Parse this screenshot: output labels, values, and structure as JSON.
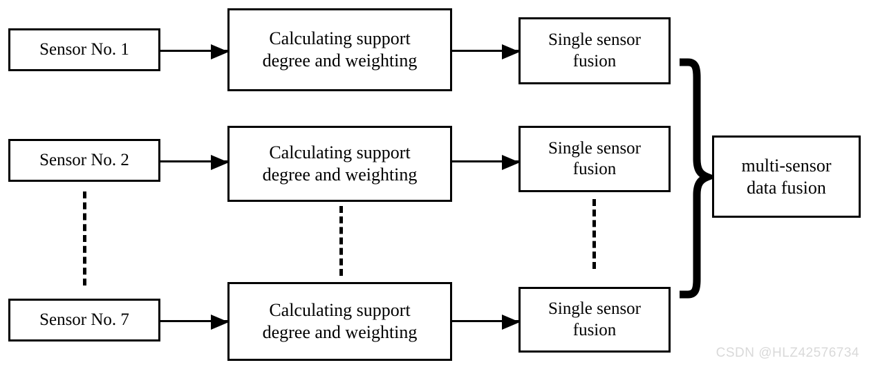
{
  "diagram": {
    "title": "multi-sensor data fusion block diagram",
    "colors": {
      "stroke": "#000000",
      "background": "#ffffff",
      "watermark": "#d9d9d9"
    },
    "sensors": [
      {
        "label": "Sensor No. 1"
      },
      {
        "label": "Sensor No. 2"
      },
      {
        "label": "Sensor No. 7"
      }
    ],
    "calculating": [
      {
        "label": "Calculating support\ndegree and weighting"
      },
      {
        "label": "Calculating support\ndegree and weighting"
      },
      {
        "label": "Calculating support\ndegree and weighting"
      }
    ],
    "single_fusion": [
      {
        "label": "Single sensor\nfusion"
      },
      {
        "label": "Single sensor\nfusion"
      },
      {
        "label": "Single sensor\nfusion"
      }
    ],
    "multi_fusion": {
      "label": "multi-sensor\ndata fusion"
    },
    "ellipsis_columns": [
      {
        "name": "sensor-column-ellipsis"
      },
      {
        "name": "calculating-column-ellipsis"
      },
      {
        "name": "single-fusion-column-ellipsis"
      }
    ],
    "arrows": [
      {
        "name": "sensor-1-to-calculating-1"
      },
      {
        "name": "calculating-1-to-single-1"
      },
      {
        "name": "sensor-2-to-calculating-2"
      },
      {
        "name": "calculating-2-to-single-2"
      },
      {
        "name": "sensor-7-to-calculating-3"
      },
      {
        "name": "calculating-3-to-single-3"
      }
    ],
    "brace": {
      "name": "right-curly-brace",
      "orientation": "right"
    }
  },
  "watermark": {
    "text": "CSDN @HLZ42576734"
  }
}
